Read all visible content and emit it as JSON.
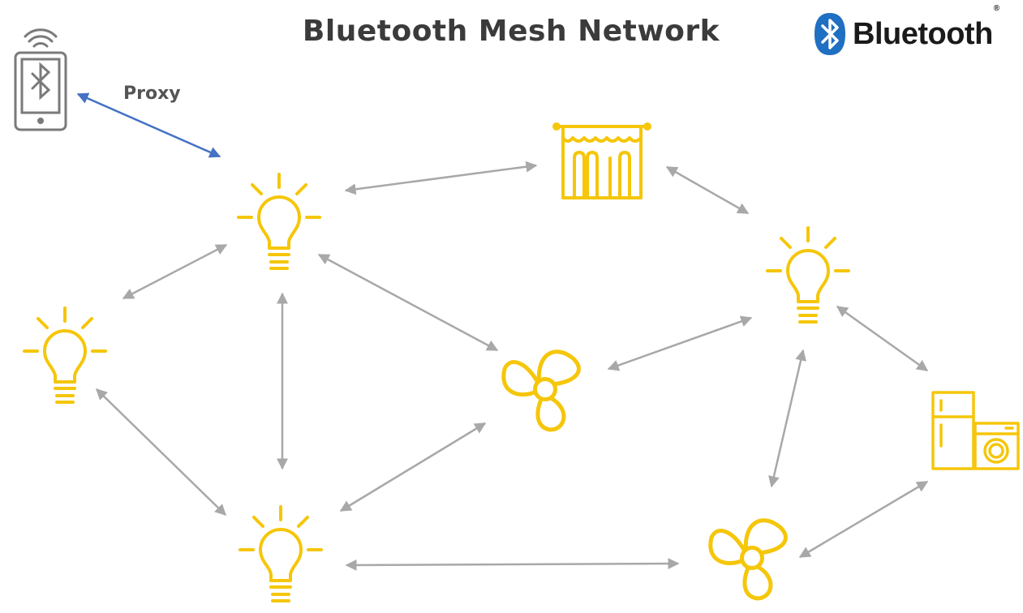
{
  "title": "Bluetooth Mesh Network",
  "logo": {
    "text": "Bluetooth",
    "mark": "®",
    "icon": "bluetooth-rune-icon"
  },
  "proxy_label": "Proxy",
  "colors": {
    "device": "#F5C60A",
    "link": "#A8A8A8",
    "proxy_link": "#4472C4",
    "phone": "#7A7A7A",
    "brand_blue": "#1F6FC2",
    "title": "#3B3B3B"
  },
  "nodes": [
    {
      "id": "phone",
      "kind": "smartphone",
      "icon": "smartphone-icon"
    },
    {
      "id": "bulb-1",
      "kind": "light-bulb",
      "icon": "light-bulb-icon"
    },
    {
      "id": "bulb-2",
      "kind": "light-bulb",
      "icon": "light-bulb-icon"
    },
    {
      "id": "bulb-3",
      "kind": "light-bulb",
      "icon": "light-bulb-icon"
    },
    {
      "id": "bulb-4",
      "kind": "light-bulb",
      "icon": "light-bulb-icon"
    },
    {
      "id": "curtain",
      "kind": "curtain",
      "icon": "curtain-icon"
    },
    {
      "id": "fan-1",
      "kind": "fan",
      "icon": "fan-icon"
    },
    {
      "id": "fan-2",
      "kind": "fan",
      "icon": "fan-icon"
    },
    {
      "id": "appliances",
      "kind": "fridge-and-washer",
      "icon": "appliance-icon"
    }
  ],
  "links": [
    {
      "from": "phone",
      "to": "bulb-1",
      "type": "proxy"
    },
    {
      "from": "bulb-1",
      "to": "curtain",
      "type": "mesh"
    },
    {
      "from": "curtain",
      "to": "bulb-4",
      "type": "mesh"
    },
    {
      "from": "bulb-1",
      "to": "bulb-2",
      "type": "mesh"
    },
    {
      "from": "bulb-1",
      "to": "bulb-3",
      "type": "mesh"
    },
    {
      "from": "bulb-1",
      "to": "fan-1",
      "type": "mesh"
    },
    {
      "from": "bulb-2",
      "to": "bulb-3",
      "type": "mesh"
    },
    {
      "from": "fan-1",
      "to": "bulb-3",
      "type": "mesh"
    },
    {
      "from": "fan-1",
      "to": "bulb-4",
      "type": "mesh"
    },
    {
      "from": "bulb-3",
      "to": "fan-2",
      "type": "mesh"
    },
    {
      "from": "bulb-4",
      "to": "fan-2",
      "type": "mesh"
    },
    {
      "from": "bulb-4",
      "to": "appliances",
      "type": "mesh"
    },
    {
      "from": "fan-2",
      "to": "appliances",
      "type": "mesh"
    }
  ]
}
